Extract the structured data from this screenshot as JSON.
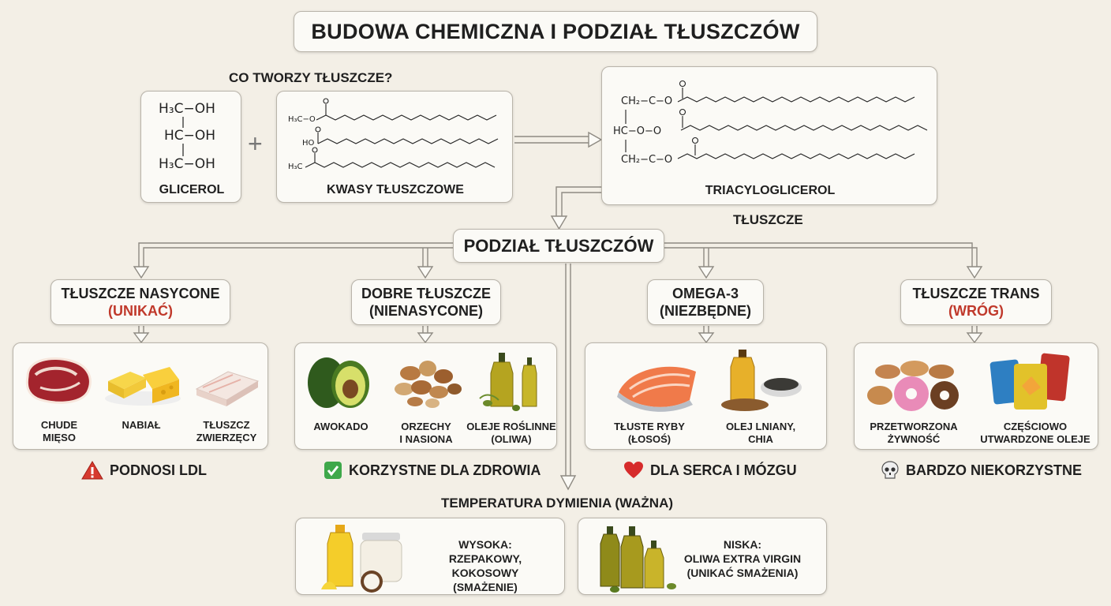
{
  "title": "BUDOWA CHEMICZNA I PODZIAŁ TŁUSZCZÓW",
  "structure": {
    "question": "CO TWORZY TŁUSZCZE?",
    "glycerol": {
      "line1": "H₃C−OH",
      "line2": "HC−OH",
      "line3": "H₃C−OH",
      "label": "GLICEROL"
    },
    "plus": "+",
    "fatty_acids": {
      "row1": "H₃C−O",
      "row2": "HO",
      "row3": "H₃C",
      "label": "KWASY TŁUSZCZOWE"
    },
    "triacylglycerol": {
      "row1": "CH₂−C−O",
      "row2": "HC−O−O",
      "row3": "CH₂−C−O",
      "label": "TRIACYLOGLICEROL"
    },
    "fats_label": "TŁUSZCZE"
  },
  "division": {
    "label": "PODZIAŁ TŁUSZCZÓW",
    "categories": [
      {
        "line1": "TŁUSZCZE NASYCONE",
        "line2": "(UNIKAĆ)",
        "line2_color": "#c0392b",
        "foods": [
          "CHUDE\nMIĘSO",
          "NABIAŁ",
          "TŁUSZCZ\nZWIERZĘCY"
        ],
        "note_icon": "warning-icon",
        "note": "PODNOSI LDL"
      },
      {
        "line1": "DOBRE TŁUSZCZE",
        "line2": "(NIENASYCONE)",
        "line2_color": "#1f1f1f",
        "foods": [
          "AWOKADO",
          "ORZECHY\nI NASIONA",
          "OLEJE ROŚLINNE\n(OLIWA)"
        ],
        "note_icon": "checkmark-icon",
        "note": "KORZYSTNE DLA ZDROWIA"
      },
      {
        "line1": "OMEGA-3",
        "line2": "(NIEZBĘDNE)",
        "line2_color": "#1f1f1f",
        "foods": [
          "TŁUSTE RYBY\n(ŁOSOŚ)",
          "OLEJ LNIANY,\nCHIA"
        ],
        "note_icon": "heart-icon",
        "note": "DLA SERCA I MÓZGU"
      },
      {
        "line1": "TŁUSZCZE TRANS",
        "line2": "(WRÓG)",
        "line2_color": "#c0392b",
        "foods": [
          "PRZETWORZONA\nŻYWNOŚĆ",
          "CZĘŚCIOWO\nUTWARDZONE OLEJE"
        ],
        "note_icon": "skull-icon",
        "note": "BARDZO NIEKORZYSTNE"
      }
    ]
  },
  "smoke_point": {
    "label": "TEMPERATURA DYMIENIA (WAŻNA)",
    "high": "WYSOKA:\nRZEPAKOWY, KOKOSOWY\n(SMAŻENIE)",
    "low": "NISKA:\nOLIWA EXTRA VIRGIN\n(UNIKAĆ SMAŻENIA)"
  }
}
